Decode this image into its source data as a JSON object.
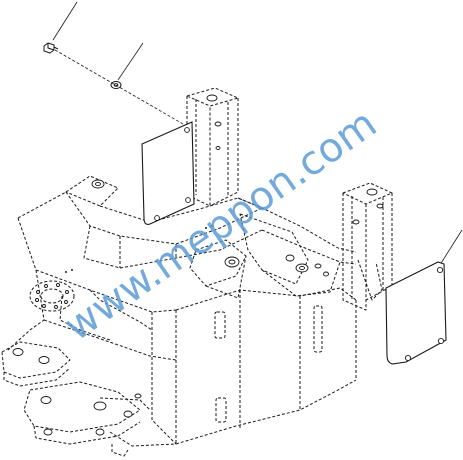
{
  "watermark": {
    "text": "www.meppon.com",
    "color": "#5b9bd5"
  },
  "parts": [
    {
      "name": "bolt",
      "icon": "bolt-icon"
    },
    {
      "name": "washer",
      "icon": "washer-icon"
    },
    {
      "name": "rear-frame-assembly",
      "icon": "frame-icon"
    },
    {
      "name": "left-cover-plate",
      "icon": "plate-icon"
    },
    {
      "name": "right-cover-plate",
      "icon": "plate-icon"
    }
  ]
}
